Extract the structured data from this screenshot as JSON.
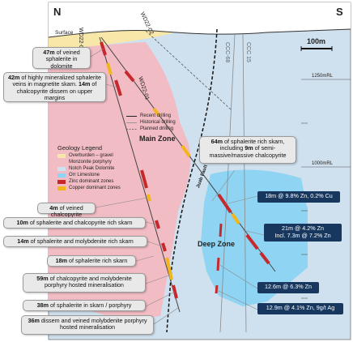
{
  "compass": {
    "north": "N",
    "south": "S"
  },
  "surface_label": "Surface",
  "scale_label": "100m",
  "rl_labels": [
    "1250mRL",
    "1000mRL"
  ],
  "drillholes": {
    "wd22_01c": "WD22-01C",
    "wd22_01": "WD22-01",
    "wd22_02": "WD22-02",
    "ccc_68": "CCC-68",
    "ccc_15": "CCC 15"
  },
  "zones": {
    "main": "Main Zone",
    "deep": "Deep Zone",
    "fault": "Juab Fault"
  },
  "drilling_legend": [
    "Recent drilling",
    "Historical drilling",
    "Planned drilling"
  ],
  "geology_legend": {
    "title": "Geology Legend",
    "items": [
      {
        "label": "Overburden – gravel",
        "color": "#f7e7a8"
      },
      {
        "label": "Monzonite porphyry",
        "color": "#f2bcc4"
      },
      {
        "label": "Notch Peak Dolomite",
        "color": "#cfe0ee"
      },
      {
        "label": "Orr Limestone",
        "color": "#8fd4f2"
      },
      {
        "label": "Zinc dominant zones",
        "color": "#c6282b"
      },
      {
        "label": "Copper dominant zones",
        "color": "#f2b51b"
      }
    ]
  },
  "callouts": [
    {
      "bold": "47m",
      "rest": " of veined sphalerite in dolomite"
    },
    {
      "bold": "42m",
      "rest": " of highly mineralized sphalerite veins in magnetite skarn. ",
      "bold2": "14m",
      "rest2": " of chalcopyrite dissem on upper margins"
    },
    {
      "bold": "64m",
      "rest": " of sphalerite rich skarn, including ",
      "bold2": "9m",
      "rest2": " of semi-massive/massive chalcopyrite"
    },
    {
      "bold": "4m",
      "rest": " of veined chalcopyrite"
    },
    {
      "bold": "10m",
      "rest": " of sphalerite and chalcopyrite rich skarn"
    },
    {
      "bold": "14m",
      "rest": " of sphalerite and molybdenite rich skarn"
    },
    {
      "bold": "18m",
      "rest": " of sphalerite rich skarn"
    },
    {
      "bold": "59m",
      "rest": " of chalcopyrite and molybdenite porphyry hosted mineralisation"
    },
    {
      "bold": "38m",
      "rest": " of sphalerite in skarn / porphyry"
    },
    {
      "bold": "36m",
      "rest": " dissem and veined molybdenite porphyry hosted mineralisation"
    }
  ],
  "intercepts": [
    {
      "line1": "18m @ 9.8% Zn, 0.2% Cu"
    },
    {
      "line1": "21m @ 4.2% Zn",
      "line2": "Incl. 7.3m @ 7.2% Zn"
    },
    {
      "line1": "12.6m @ 6.3% Zn"
    },
    {
      "line1": "12.9m @ 4.1% Zn, 9g/t Ag"
    }
  ]
}
